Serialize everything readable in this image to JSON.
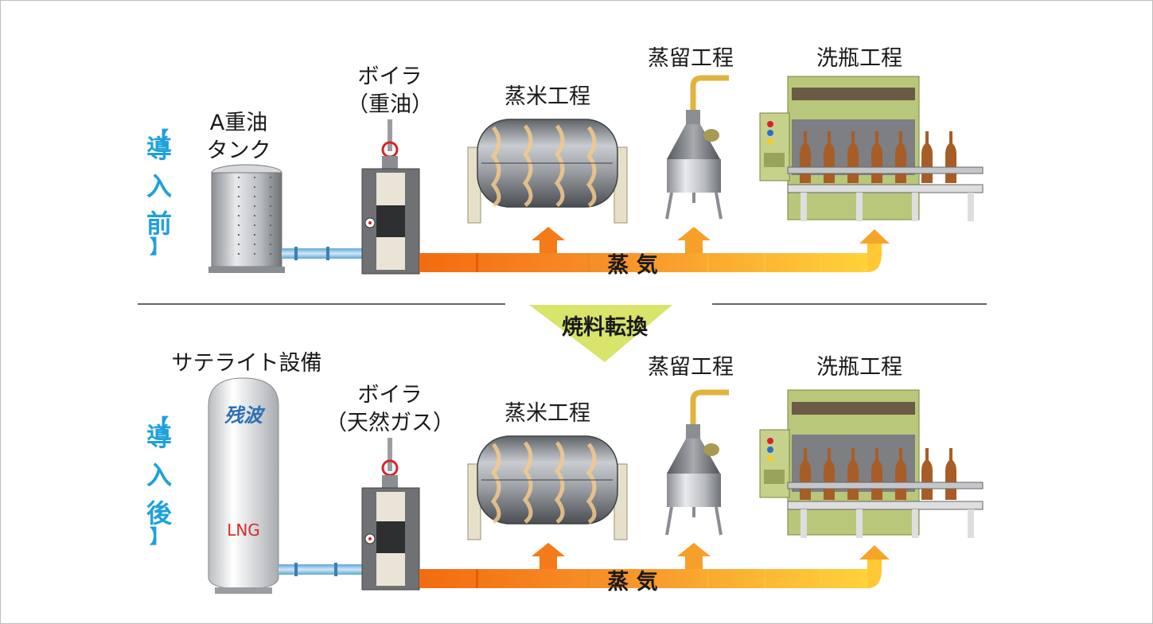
{
  "colors": {
    "frame_border": "#bdbdbd",
    "stage_label": "#1fa0dc",
    "text": "#1a1a1a",
    "steam_orange": "#f07a1e",
    "steam_yellow": "#ffd23a",
    "conversion_triangle": "#d8e46a",
    "lng_text": "#d82a2a",
    "lng_logo": "#2c6fb6",
    "machine_green": "#b9c77a",
    "boiler_gray": "#6f7175",
    "pipe_blue": "#8fc4e8"
  },
  "before": {
    "stage_label": "【導入前】",
    "tank_label_line1": "A重油",
    "tank_label_line2": "タンク",
    "boiler_label_line1": "ボイラ",
    "boiler_label_line2": "（重油）",
    "rice_label": "蒸米工程",
    "distill_label": "蒸留工程",
    "wash_label": "洗瓶工程",
    "steam_label": "蒸 気"
  },
  "conversion_label": "焼料転換",
  "after": {
    "stage_label": "【導入後】",
    "satellite_label": "サテライト設備",
    "lng_logo_text": "残波",
    "lng_text": "LNG",
    "boiler_label_line1": "ボイラ",
    "boiler_label_line2": "（天然ガス）",
    "rice_label": "蒸米工程",
    "distill_label": "蒸留工程",
    "wash_label": "洗瓶工程",
    "steam_label": "蒸 気"
  }
}
